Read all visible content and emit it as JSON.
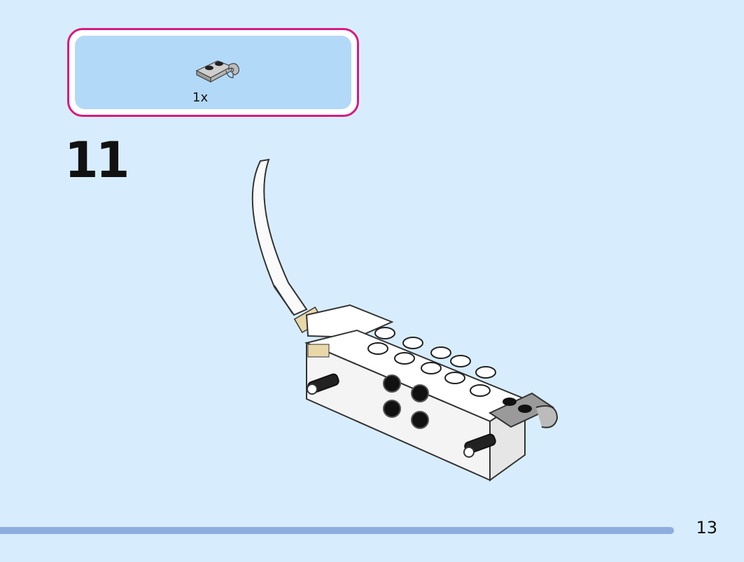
{
  "parts_callout": {
    "items": [
      {
        "icon": "gray-plate-with-clip-icon",
        "quantity": "1x"
      }
    ]
  },
  "step": {
    "number": "11"
  },
  "model": {
    "icon": "rat-model-assembly-icon"
  },
  "footer": {
    "page_number": "13"
  },
  "colors": {
    "page_bg": "#d7edfd",
    "callout_border": "#d81b7e",
    "callout_fill": "#b3d9f8",
    "progress_bar": "#8eaddf"
  }
}
